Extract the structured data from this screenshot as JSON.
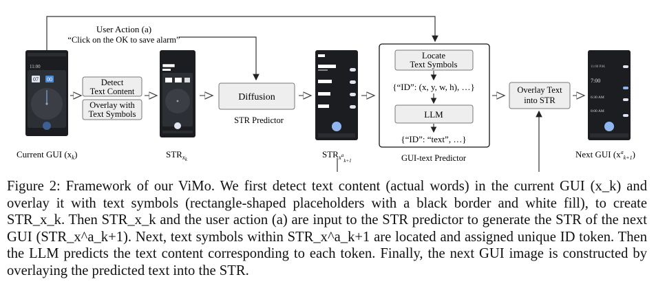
{
  "figure": {
    "user_action_line1": "User Action (a)",
    "user_action_line2": "“Click on the OK to save alarm”",
    "detect_line1": "Detect",
    "detect_line2": "Text Content",
    "overlay_line1": "Overlay with",
    "overlay_line2": "Text Symbols",
    "diffusion": "Diffusion",
    "str_predictor": "STR Predictor",
    "locate_line1": "Locate",
    "locate_line2": "Text Symbols",
    "id_coords": "{“ID”: (x, y, w, h), …}",
    "llm": "LLM",
    "id_text": "{“ID”: “text”, …}",
    "gui_text_predictor": "GUI-text Predictor",
    "overlay_text_line1": "Overlay Text",
    "overlay_text_line2": "into STR",
    "current_gui_label": "Current GUI (x",
    "current_gui_sub": "k",
    "current_gui_close": ")",
    "str_xk_label": "STR",
    "str_xk_sub": "x",
    "str_xk_subsub": "k",
    "str_next_label": "STR",
    "str_next_sub": "x",
    "str_next_sup": "a",
    "str_next_subsub": "k+1",
    "next_gui_label": "Next GUI (x",
    "next_gui_sup": "a",
    "next_gui_sub": "k+1",
    "next_gui_close": ")",
    "phone_time_small": "11:00",
    "phone_clock_hh": "07",
    "phone_clock_mm": "00",
    "next_alarm_1": "11:00 P.M.",
    "next_alarm_2": "7:00",
    "next_alarm_3": "6:30 AM",
    "next_alarm_4": "8:00 AM"
  },
  "caption": {
    "text": "Figure 2: Framework of our ViMo. We first detect text content (actual words) in the current GUI (x_k) and overlay it with text symbols (rectangle-shaped placeholders with a black border and white fill), to create STR_x_k. Then STR_x_k and the user action (a) are input to the STR predictor to generate the STR of the next GUI (STR_x^a_k+1). Next, text symbols within STR_x^a_k+1 are located and assigned unique ID token. Then the LLM predicts the text content corresponding to each token. Finally, the next GUI image is constructed by overlaying the predicted text into the STR."
  }
}
